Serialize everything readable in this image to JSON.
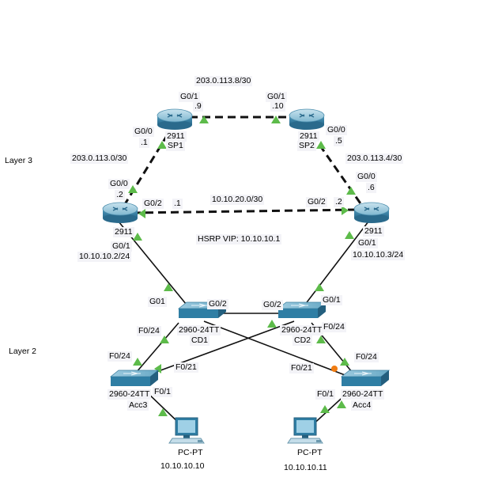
{
  "layers": {
    "layer3": "Layer 3",
    "layer2": "Layer 2"
  },
  "links": {
    "sp_link_subnet": "203.0.113.8/30",
    "sp1_r1_subnet": "203.0.113.0/30",
    "sp2_r2_subnet": "203.0.113.4/30",
    "r1_r2_subnet": "10.10.20.0/30",
    "hsrp": "HSRP VIP: 10.10.10.1"
  },
  "sp1": {
    "model": "2911",
    "name": "SP1",
    "g01": "G0/1",
    "g01_ip": ".9",
    "g00": "G0/0",
    "g00_ip": ".1"
  },
  "sp2": {
    "model": "2911",
    "name": "SP2",
    "g01": "G0/1",
    "g01_ip": ".10",
    "g00": "G0/0",
    "g00_ip": ".5"
  },
  "r1": {
    "model": "2911",
    "g00": "G0/0",
    "g00_ip": ".2",
    "g02": "G0/2",
    "g02_ip": ".1",
    "g01": "G0/1",
    "g01_ip": "10.10.10.2/24"
  },
  "r2": {
    "model": "2911",
    "g00": "G0/0",
    "g00_ip": ".6",
    "g02": "G0/2",
    "g02_ip": ".2",
    "g01": "G0/1",
    "g01_ip": "10.10.10.3/24"
  },
  "cd1": {
    "model": "2960-24TT",
    "name": "CD1",
    "g01": "G01",
    "g02": "G0/2",
    "f024": "F0/24"
  },
  "cd2": {
    "model": "2960-24TT",
    "name": "CD2",
    "g01": "G0/1",
    "g02": "G0/2",
    "f024": "F0/24"
  },
  "acc3": {
    "model": "2960-24TT",
    "name": "Acc3",
    "f024": "F0/24",
    "f021": "F0/21",
    "f01": "F0/1"
  },
  "acc4": {
    "model": "2960-24TT",
    "name": "Acc4",
    "f024": "F0/24",
    "f021": "F0/21",
    "f01": "F0/1"
  },
  "pc1": {
    "model": "PC-PT",
    "ip": "10.10.10.10"
  },
  "pc2": {
    "model": "PC-PT",
    "ip": "10.10.10.11"
  },
  "colors": {
    "device_body": "#2f7ea4",
    "device_top": "#8fc4dc",
    "link": "#111111",
    "link_up": "#5dbb4a",
    "link_blocked": "#f07c12",
    "label_bg": "#f3f3f7"
  }
}
